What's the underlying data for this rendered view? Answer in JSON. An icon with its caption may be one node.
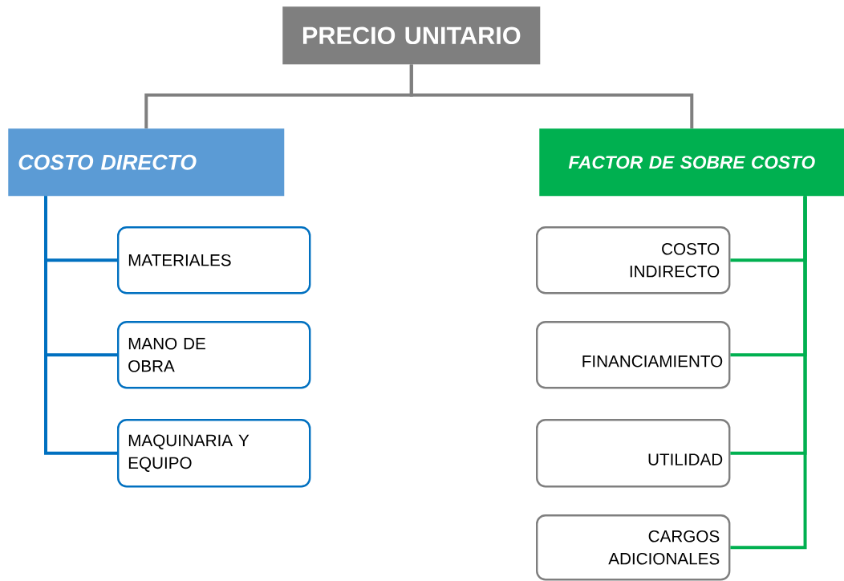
{
  "diagram": {
    "nodes": [
      {
        "text": [
          "PRECIO UNITARIO"
        ]
      },
      {
        "text": [
          "COSTO DIRECTO"
        ]
      },
      {
        "text": [
          "FACTOR DE SOBRE COSTO"
        ]
      },
      {
        "text": [
          "MATERIALES"
        ]
      },
      {
        "text": [
          "MANO DE OBRA"
        ]
      },
      {
        "text": [
          "MAQUINARIA Y EQUIPO"
        ]
      },
      {
        "text": [
          "COSTO INDIRECTO"
        ]
      },
      {
        "text": [
          "FINANCIAMIENTO"
        ]
      },
      {
        "text": [
          "UTILIDAD"
        ]
      },
      {
        "text": [
          "CARGOS ADICIONALES"
        ]
      }
    ],
    "edges": [
      {
        "from": 0,
        "to": 1,
        "arrow": "none",
        "color": "#7f7f7f"
      },
      {
        "from": 0,
        "to": 2,
        "arrow": "none",
        "color": "#7f7f7f"
      },
      {
        "from": 1,
        "to": 3,
        "arrow": "none",
        "color": "#0070c0"
      },
      {
        "from": 1,
        "to": 4,
        "arrow": "none",
        "color": "#0070c0"
      },
      {
        "from": 1,
        "to": 5,
        "arrow": "none",
        "color": "#0070c0"
      },
      {
        "from": 2,
        "to": 6,
        "arrow": "none",
        "color": "#00b050"
      },
      {
        "from": 2,
        "to": 7,
        "arrow": "none",
        "color": "#00b050"
      },
      {
        "from": 2,
        "to": 8,
        "arrow": "none",
        "color": "#00b050"
      },
      {
        "from": 2,
        "to": 9,
        "arrow": "none",
        "color": "#00b050"
      }
    ]
  }
}
